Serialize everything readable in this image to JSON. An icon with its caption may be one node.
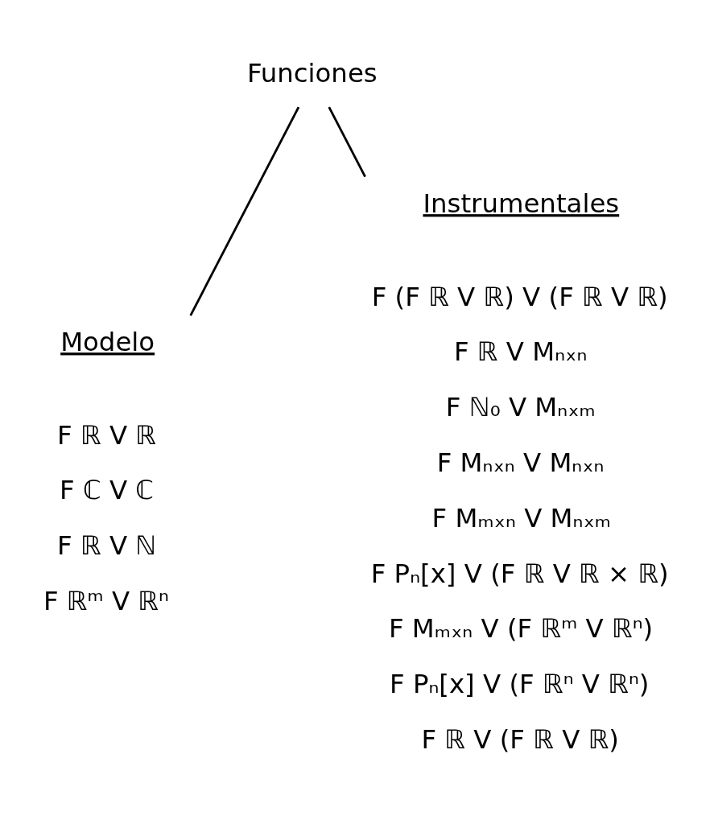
{
  "diagram": {
    "nodes": [
      {
        "text": [
          "Funciones"
        ]
      },
      {
        "text": [
          "Modelo",
          "F ℝ V ℝ",
          "F ℂ V ℂ",
          "F ℝ V ℕ",
          "F ℝᵐ V ℝⁿ"
        ]
      },
      {
        "text": [
          "Instrumentales",
          "F (F ℝ V ℝ) V (F ℝ V ℝ)",
          "F ℝ V Mₙₓₙ",
          "F ℕ₀ V Mₙₓₘ",
          "F Mₙₓₙ V Mₙₓₙ",
          "F Mₘₓₙ V Mₙₓₘ",
          "F Pₙ[x] V (F ℝ V ℝ × ℝ)",
          "F Mₘₓₙ V (F ℝᵐ V ℝⁿ)",
          "F Pₙ[x] V (F ℝⁿ V ℝⁿ)",
          "F ℝ V (F ℝ V ℝ)"
        ]
      }
    ],
    "edges": [
      {
        "from": 0,
        "to": 1,
        "arrow": "none"
      },
      {
        "from": 0,
        "to": 2,
        "arrow": "none"
      }
    ]
  }
}
